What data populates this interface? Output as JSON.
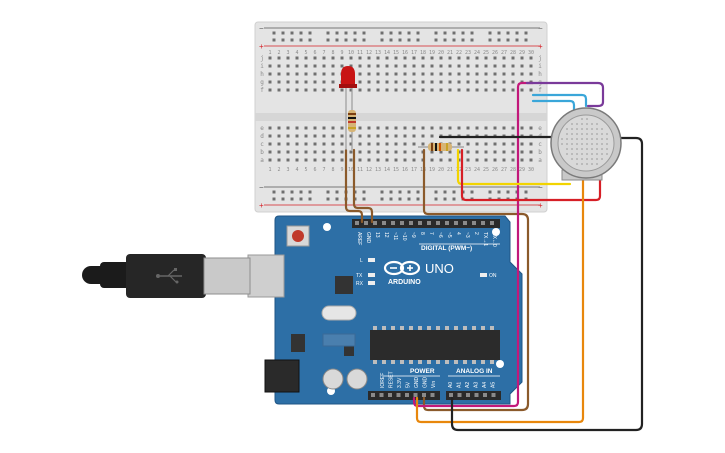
{
  "board": {
    "brand": "ARDUINO",
    "model": "UNO",
    "digital_header": "DIGITAL (PWM~)",
    "power_header": "POWER",
    "analog_header": "ANALOG IN",
    "on_label": "ON",
    "led_l": "L",
    "led_tx": "TX",
    "led_rx": "RX",
    "digital_pins": [
      "AREF",
      "GND",
      "13",
      "12",
      "~11",
      "~10",
      "~9",
      "8",
      "7",
      "~6",
      "~5",
      "4",
      "~3",
      "2",
      "TX→1",
      "RX←0"
    ],
    "power_pins": [
      "IOREF",
      "RESET",
      "3.3V",
      "5V",
      "GND",
      "GND",
      "Vin"
    ],
    "analog_pins": [
      "A0",
      "A1",
      "A2",
      "A3",
      "A4",
      "A5"
    ]
  },
  "breadboard": {
    "column_numbers": [
      "1",
      "2",
      "3",
      "4",
      "5",
      "6",
      "7",
      "8",
      "9",
      "10",
      "11",
      "12",
      "13",
      "14",
      "15",
      "16",
      "17",
      "18",
      "19",
      "20",
      "21",
      "22",
      "23",
      "24",
      "25",
      "26",
      "27",
      "28",
      "29",
      "30"
    ],
    "row_letters_top": [
      "j",
      "i",
      "h",
      "g",
      "f"
    ],
    "row_letters_bottom": [
      "e",
      "d",
      "c",
      "b",
      "a"
    ]
  },
  "colors": {
    "pcb": "#2d6fa6",
    "breadboard": "#e4e4e4",
    "wire_brown": "#8b5a2b",
    "wire_magenta": "#c2187a",
    "wire_purple": "#7a3a9a",
    "wire_cyan": "#3aa6d9",
    "wire_yellow": "#f2d400",
    "wire_red": "#d61f26",
    "wire_orange": "#e8870c",
    "wire_black": "#222222",
    "led": "#c81414"
  }
}
